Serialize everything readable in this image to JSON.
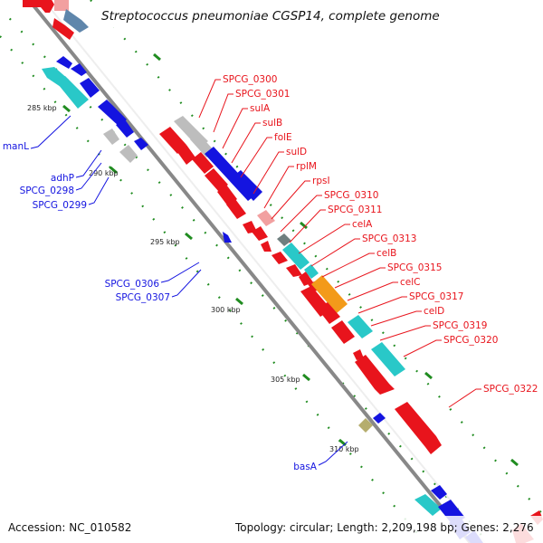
{
  "title": "Streptococcus pneumoniae CGSP14, complete genome",
  "accession": "Accession: NC_010582",
  "topology": "Topology: circular; Length: 2,209,198 bp; Genes: 2,276",
  "colors": {
    "red": "#e8141c",
    "blue": "#1414e0",
    "cyan": "#29c8c8",
    "orange": "#f39a1a",
    "gray": "#bdbdbd",
    "pink": "#f2a0a0",
    "olive": "#b5ad6e",
    "steel": "#5f86ab",
    "darkgray": "#6f7f7f",
    "backbone": "#888888",
    "tick": "#208c20"
  },
  "ticks": [
    {
      "label": "285 kbp"
    },
    {
      "label": "290 kbp"
    },
    {
      "label": "295 kbp"
    },
    {
      "label": "300 kbp"
    },
    {
      "label": "305 kbp"
    },
    {
      "label": "310 kbp"
    }
  ],
  "genes_right": [
    "SPCG_0300",
    "SPCG_0301",
    "sulA",
    "sulB",
    "folE",
    "sulD",
    "rplM",
    "rpsI",
    "SPCG_0310",
    "SPCG_0311",
    "celA",
    "SPCG_0313",
    "celB",
    "SPCG_0315",
    "celC",
    "SPCG_0317",
    "celD",
    "SPCG_0319",
    "SPCG_0320",
    "SPCG_0322"
  ],
  "genes_left": [
    "manL",
    "adhP",
    "SPCG_0298",
    "SPCG_0299",
    "SPCG_0306",
    "SPCG_0307",
    "basA"
  ]
}
